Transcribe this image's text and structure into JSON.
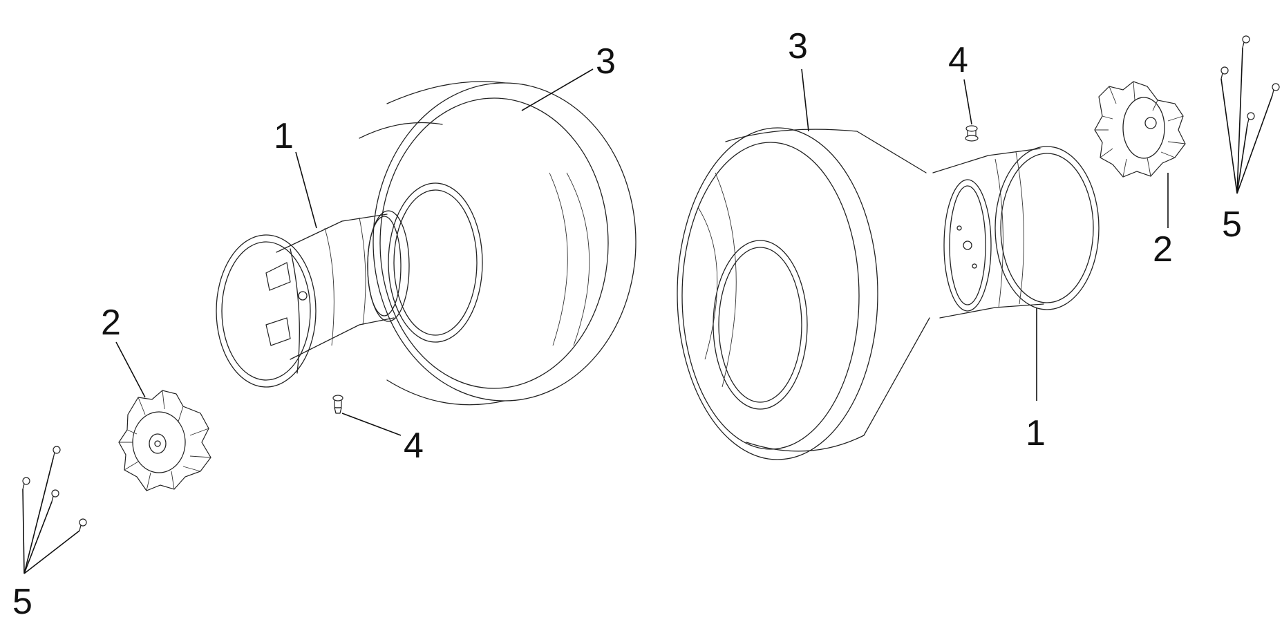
{
  "callouts": {
    "left_rim": "1",
    "right_rim": "1",
    "left_hub_cap": "2",
    "right_hub_cap": "2",
    "left_tire": "3",
    "right_tire": "3",
    "left_valve": "4",
    "right_valve": "4",
    "left_screws": "5",
    "right_screws": "5"
  },
  "colors": {
    "line": "#222222",
    "background": "#ffffff"
  }
}
